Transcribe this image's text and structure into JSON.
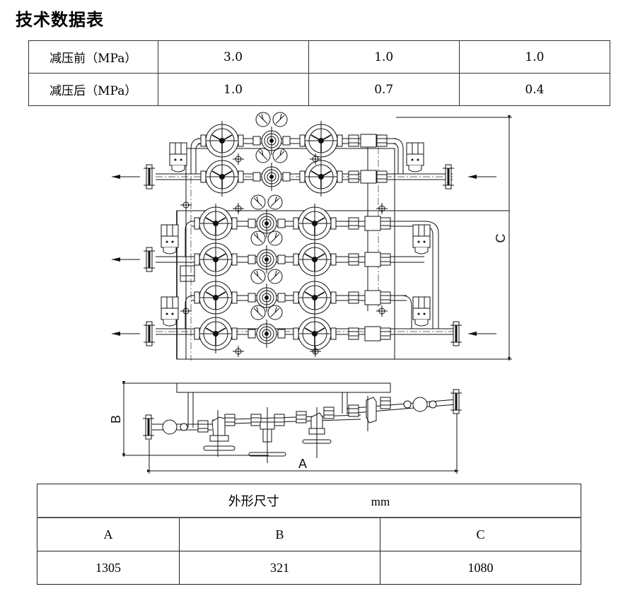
{
  "page_title": "技术数据表",
  "spec_table": {
    "rows": [
      {
        "label": "减压前（MPa）",
        "values": [
          "3.0",
          "1.0",
          "1.0"
        ]
      },
      {
        "label": "减压后（MPa）",
        "values": [
          "1.0",
          "0.7",
          "0.4"
        ]
      }
    ]
  },
  "drawing": {
    "dimension_labels": {
      "a": "A",
      "b": "B",
      "c": "C"
    },
    "flow_arrows": {
      "outlets": 3,
      "inlets": 2
    }
  },
  "dimension_table": {
    "title": "外形尺寸",
    "unit": "mm",
    "headers": [
      "A",
      "B",
      "C"
    ],
    "values": [
      "1305",
      "321",
      "1080"
    ]
  }
}
